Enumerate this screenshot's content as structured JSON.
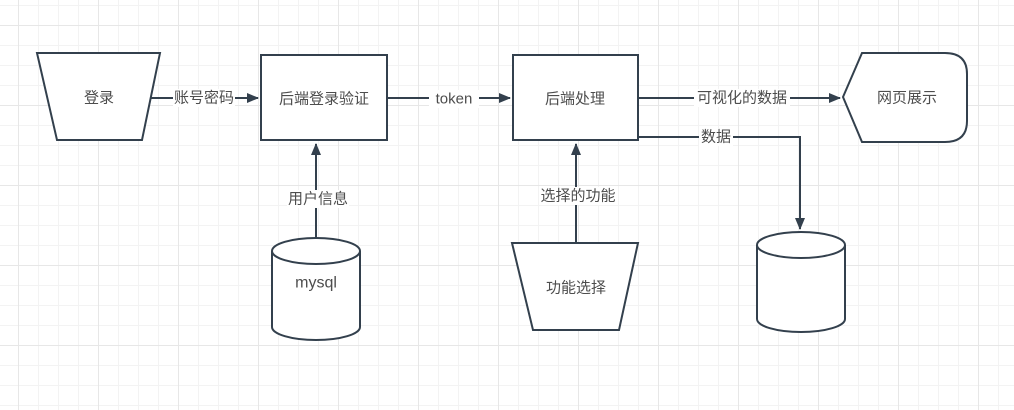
{
  "canvas": {
    "background": "#ffffff",
    "grid_minor_color": "#f3f3f3",
    "grid_major_color": "#e7e7e7",
    "stroke_color": "#33404d",
    "text_color": "#4d4d4d"
  },
  "nodes": {
    "login": {
      "label": "登录",
      "shape": "trapezoid"
    },
    "backend_login_verify": {
      "label": "后端登录验证",
      "shape": "rectangle"
    },
    "backend_process": {
      "label": "后端处理",
      "shape": "rectangle"
    },
    "web_display": {
      "label": "网页展示",
      "shape": "display"
    },
    "mysql_db": {
      "label": "mysql",
      "shape": "cylinder"
    },
    "function_select": {
      "label": "功能选择",
      "shape": "trapezoid"
    },
    "result_db": {
      "label": "",
      "shape": "cylinder"
    }
  },
  "edges": {
    "account_password": {
      "label": "账号密码",
      "from": "login",
      "to": "backend_login_verify"
    },
    "token": {
      "label": "token",
      "from": "backend_login_verify",
      "to": "backend_process"
    },
    "visualized_data": {
      "label": "可视化的数据",
      "from": "backend_process",
      "to": "web_display"
    },
    "user_info": {
      "label": "用户信息",
      "from": "mysql_db",
      "to": "backend_login_verify"
    },
    "selected_function": {
      "label": "选择的功能",
      "from": "function_select",
      "to": "backend_process"
    },
    "data": {
      "label": "数据",
      "from": "backend_process",
      "to": "result_db"
    }
  }
}
